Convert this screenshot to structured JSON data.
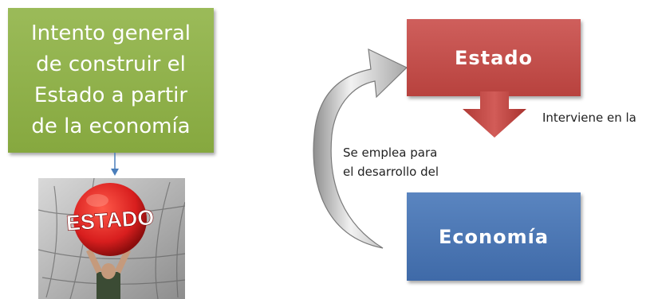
{
  "left_panel": {
    "box_text_lines": [
      "Intento general",
      "de construir el",
      "Estado a partir",
      "de la economía"
    ],
    "ball_text": "ESTADO"
  },
  "cycle": {
    "top_node": "Estado",
    "bottom_node": "Economía",
    "down_arrow_label": "Interviene en la",
    "curved_arrow_label_lines": [
      "Se emplea para",
      "el desarrollo del"
    ]
  },
  "colors": {
    "green": "#9bbb59",
    "red": "#c0504d",
    "blue": "#4f81bd",
    "connector": "#4a7ebb",
    "arrow_gray": "#bfbfbf"
  }
}
